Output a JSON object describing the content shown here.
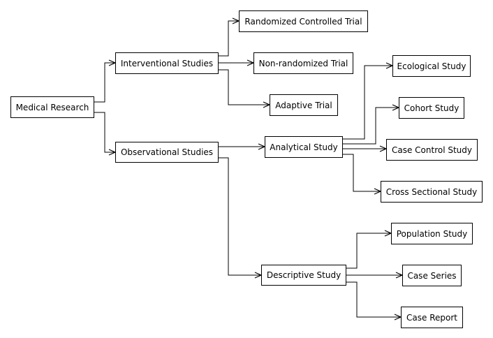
{
  "diagram": {
    "root": "Medical Research",
    "interventional": {
      "label": "Interventional Studies",
      "children": [
        "Randomized Controlled Trial",
        "Non-randomized Trial",
        "Adaptive Trial"
      ]
    },
    "observational": {
      "label": "Observational Studies",
      "analytical": {
        "label": "Analytical Study",
        "children": [
          "Ecological Study",
          "Cohort Study",
          "Case Control Study",
          "Cross Sectional Study"
        ]
      },
      "descriptive": {
        "label": "Descriptive Study",
        "children": [
          "Population Study",
          "Case Series",
          "Case Report"
        ]
      }
    }
  }
}
